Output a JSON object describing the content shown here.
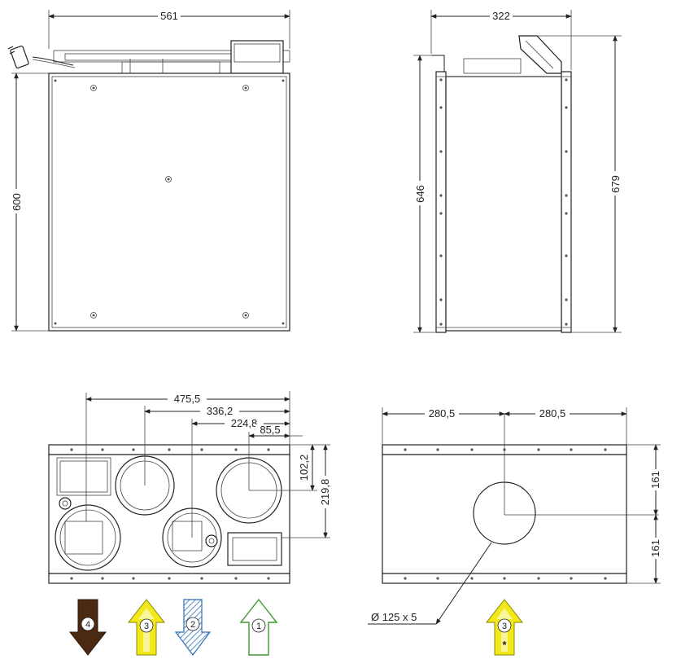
{
  "dimensions": {
    "front_width": "561",
    "front_height": "600",
    "side_depth": "322",
    "side_height_body": "646",
    "side_height_total": "679",
    "bottom_d1": "475,5",
    "bottom_d2": "336,2",
    "bottom_d3": "224,8",
    "bottom_d4": "85,5",
    "bottom_v1": "102,2",
    "bottom_v2": "219,8",
    "top_left": "280,5",
    "top_right": "280,5",
    "top_v1": "161",
    "top_v2": "161",
    "duct_label": "Ø 125 x 5"
  },
  "arrows": [
    {
      "number": "4",
      "direction": "down",
      "color": "#4a2a12",
      "fill": "solid"
    },
    {
      "number": "3",
      "direction": "up",
      "color": "#f2e81a",
      "fill": "yellow"
    },
    {
      "number": "2",
      "direction": "down",
      "color": "#2f6fb5",
      "fill": "hatched"
    },
    {
      "number": "1",
      "direction": "up",
      "color": "#3f9a2f",
      "fill": "outline"
    },
    {
      "number": "3",
      "direction": "up",
      "color": "#f2e81a",
      "fill": "yellow",
      "note": "*"
    }
  ],
  "colors": {
    "line": "#222222",
    "exhaust_brown": "#4a2a12",
    "supply_yellow": "#f2e81a",
    "extract_blue": "#2f6fb5",
    "outdoor_green": "#3f9a2f"
  }
}
